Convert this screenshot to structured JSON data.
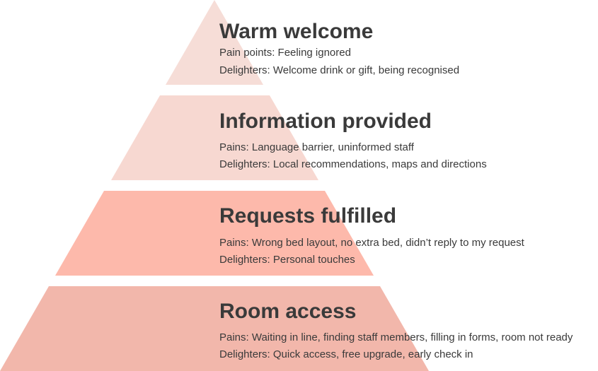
{
  "colors": {
    "tier_1": "#f6ddd7",
    "tier_2": "#f7d8d1",
    "tier_3": "#fdb9ab",
    "tier_4": "#f2b7ab",
    "text": "#3a3a3a"
  },
  "tiers": [
    {
      "title": "Warm welcome",
      "pains": "Pain points: Feeling ignored",
      "delighters": "Delighters: Welcome drink or gift, being recognised"
    },
    {
      "title": "Information provided",
      "pains": "Pains: Language barrier, uninformed staff",
      "delighters": "Delighters: Local recommendations, maps and directions"
    },
    {
      "title": "Requests fulfilled",
      "pains": "Pains: Wrong bed layout, no extra bed, didn’t reply to my request",
      "delighters": "Delighters: Personal touches"
    },
    {
      "title": "Room access",
      "pains": "Pains: Waiting in line, finding staff members, filling in forms, room not ready",
      "delighters": "Delighters: Quick access, free upgrade, early check in"
    }
  ]
}
